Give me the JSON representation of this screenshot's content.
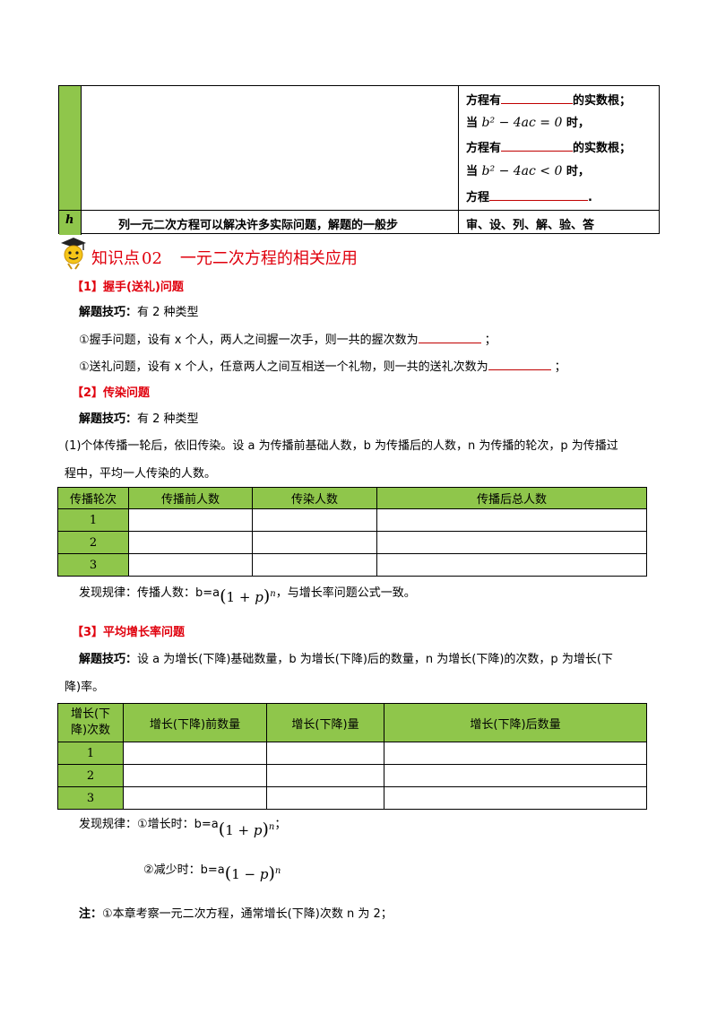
{
  "top_table": {
    "lines": [
      "方程有",
      "的实数根；",
      "当",
      "时，",
      "方程有",
      "的实数根；",
      "当",
      "时，",
      "方程",
      "."
    ],
    "formula_eq": "b² − 4ac = 0",
    "formula_lt": "b² − 4ac < 0",
    "row_h_label": "h",
    "row_h_text": "列一元二次方程可以解决许多实际问题，解题的一般步",
    "row_h_steps": "审、设、列、解、验、答"
  },
  "section": {
    "title_prefix": "知识点",
    "title_num": "02",
    "title_text": "一元二次方程的相关应用"
  },
  "part1": {
    "heading": "【1】握手(送礼)问题",
    "tip_label": "解题技巧：",
    "tip_text": "有 2 种类型",
    "item1": "①握手问题，设有 x 个人，两人之间握一次手，则一共的握次数为",
    "item2": "①送礼问题，设有 x 个人，任意两人之间互相送一个礼物，则一共的送礼次数为",
    "semicolon": "；"
  },
  "part2": {
    "heading": "【2】传染问题",
    "tip_label": "解题技巧：",
    "tip_text": "有 2 种类型",
    "para_line1": "(1)个体传播一轮后，依旧传染。设 a 为传播前基础人数，b 为传播后的人数，n 为传播的轮次，p 为传播过",
    "para_line2": "程中，平均一人传染的人数。",
    "table_headers": [
      "传播轮次",
      "传播前人数",
      "传染人数",
      "传播后总人数"
    ],
    "table_rows": [
      "1",
      "2",
      "3"
    ],
    "rule_prefix": "发现规律：传播人数：b=a",
    "rule_suffix": "，与增长率问题公式一致。"
  },
  "part3": {
    "heading": "【3】平均增长率问题",
    "tip_label": "解题技巧：",
    "para_line1": "设 a 为增长(下降)基础数量，b 为增长(下降)后的数量，n 为增长(下降)的次数，p 为增长(下",
    "para_line2": "降)率。",
    "table_header_first_1": "增长(下",
    "table_header_first_2": "降)次数",
    "table_headers": [
      "增长(下降)前数量",
      "增长(下降)量",
      "增长(下降)后数量"
    ],
    "table_rows": [
      "1",
      "2",
      "3"
    ],
    "rule1_prefix": "发现规律：①增长时：b=a",
    "rule1_suffix": "；",
    "rule2_prefix": "②减少时：b=a"
  },
  "note": {
    "label": "注：",
    "text": "①本章考察一元二次方程，通常增长(下降)次数 n 为 2；"
  },
  "formula": {
    "open": "(",
    "one": "1",
    "plus": "+",
    "minus": "−",
    "p": "p",
    "close": ")",
    "n": "n"
  }
}
